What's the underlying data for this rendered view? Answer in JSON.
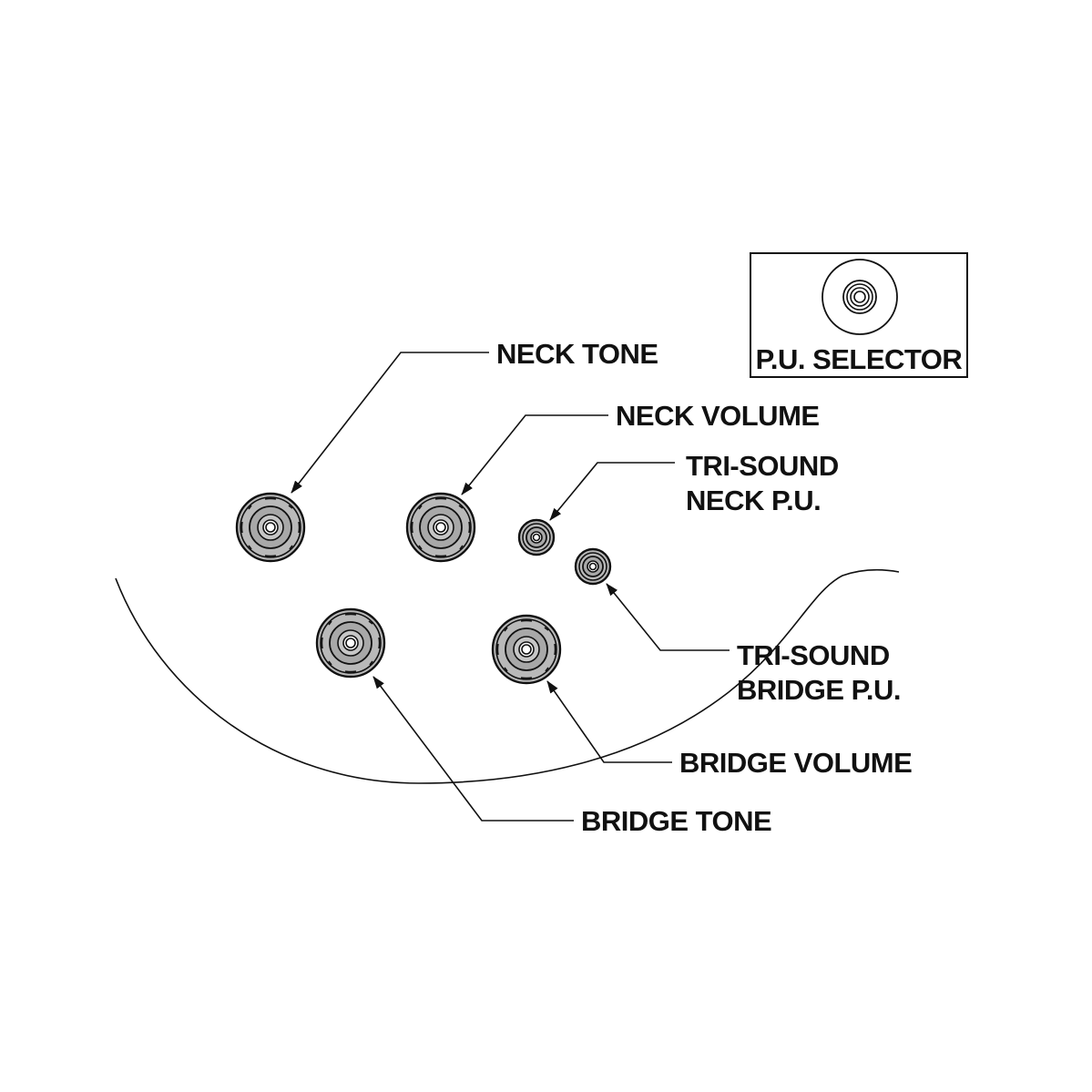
{
  "labels": {
    "neck_tone": "NECK TONE",
    "neck_volume": "NECK VOLUME",
    "tri_sound_neck_line1": "TRI-SOUND",
    "tri_sound_neck_line2": "NECK P.U.",
    "tri_sound_bridge_line1": "TRI-SOUND",
    "tri_sound_bridge_line2": "BRIDGE P.U.",
    "bridge_volume": "BRIDGE VOLUME",
    "bridge_tone": "BRIDGE TONE",
    "pu_selector": "P.U. SELECTOR"
  },
  "colors": {
    "ink": "#111111",
    "knob_fill": "#b9b9b9",
    "background": "#ffffff"
  }
}
